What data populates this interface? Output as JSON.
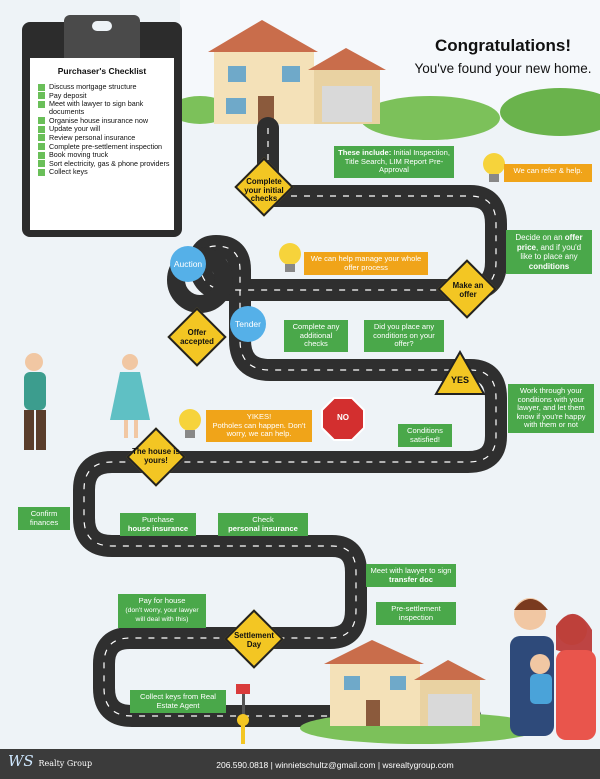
{
  "checklist": {
    "title": "Purchaser's Checklist",
    "items": [
      "Discuss mortgage structure",
      "Pay deposit",
      "Meet with lawyer to sign bank documents",
      "Organise house insurance now",
      "Update your will",
      "Review personal insurance",
      "Complete pre-settlement inspection",
      "Book moving truck",
      "Sort electricity, gas & phone providers",
      "Collect keys"
    ]
  },
  "headline": {
    "line1": "Congratulations!",
    "line2": "You've found your new home."
  },
  "steps": {
    "complete_checks": "Complete your initial checks",
    "these_include": "These include:",
    "checks_detail": "Initial Inspection, Title Search, LIM Report Pre-Approval",
    "refer_help": "We can refer & help.",
    "decide_offer_pre": "Decide on an",
    "offer_price": "offer price",
    "decide_offer_mid": ", and if you'd like to place any",
    "conditions": "conditions",
    "make_offer": "Make an offer",
    "manage_offer": "We can help manage your whole offer process",
    "auction": "Auction",
    "tender": "Tender",
    "offer_accepted": "Offer accepted",
    "additional_checks": "Complete any additional checks",
    "place_conditions": "Did you place any conditions on your offer?",
    "yes": "YES",
    "no": "NO",
    "work_through": "Work through your conditions with your lawyer, and let them know if you're happy with them or not",
    "yikes": "YIKES!",
    "potholes": "Potholes can happen. Don't worry, we can help.",
    "conditions_satisfied": "Conditions satisfied!",
    "house_yours": "The house is yours!",
    "confirm_finances": "Confirm finances",
    "purchase": "Purchase",
    "house_insurance": "house insurance",
    "check": "Check",
    "personal_insurance": "personal insurance",
    "meet_lawyer": "Meet with lawyer to sign",
    "transfer_doc": "transfer doc",
    "pay_house": "Pay for house",
    "pay_house_note": "(don't worry, your lawyer will deal with this)",
    "pre_settlement": "Pre-settlement inspection",
    "settlement_day": "Settlement Day",
    "collect_keys": "Collect keys from Real Estate Agent"
  },
  "footer": {
    "logo_ws": "WS",
    "logo_name": "Realty Group",
    "contact": "206.590.0818 | winnietschultz@gmail.com | wsrealtygroup.com"
  },
  "colors": {
    "green": "#4aa84a",
    "orange": "#f0a419",
    "sign": "#f3c623",
    "road": "#2f2f2f",
    "blue": "#55b0e8"
  }
}
